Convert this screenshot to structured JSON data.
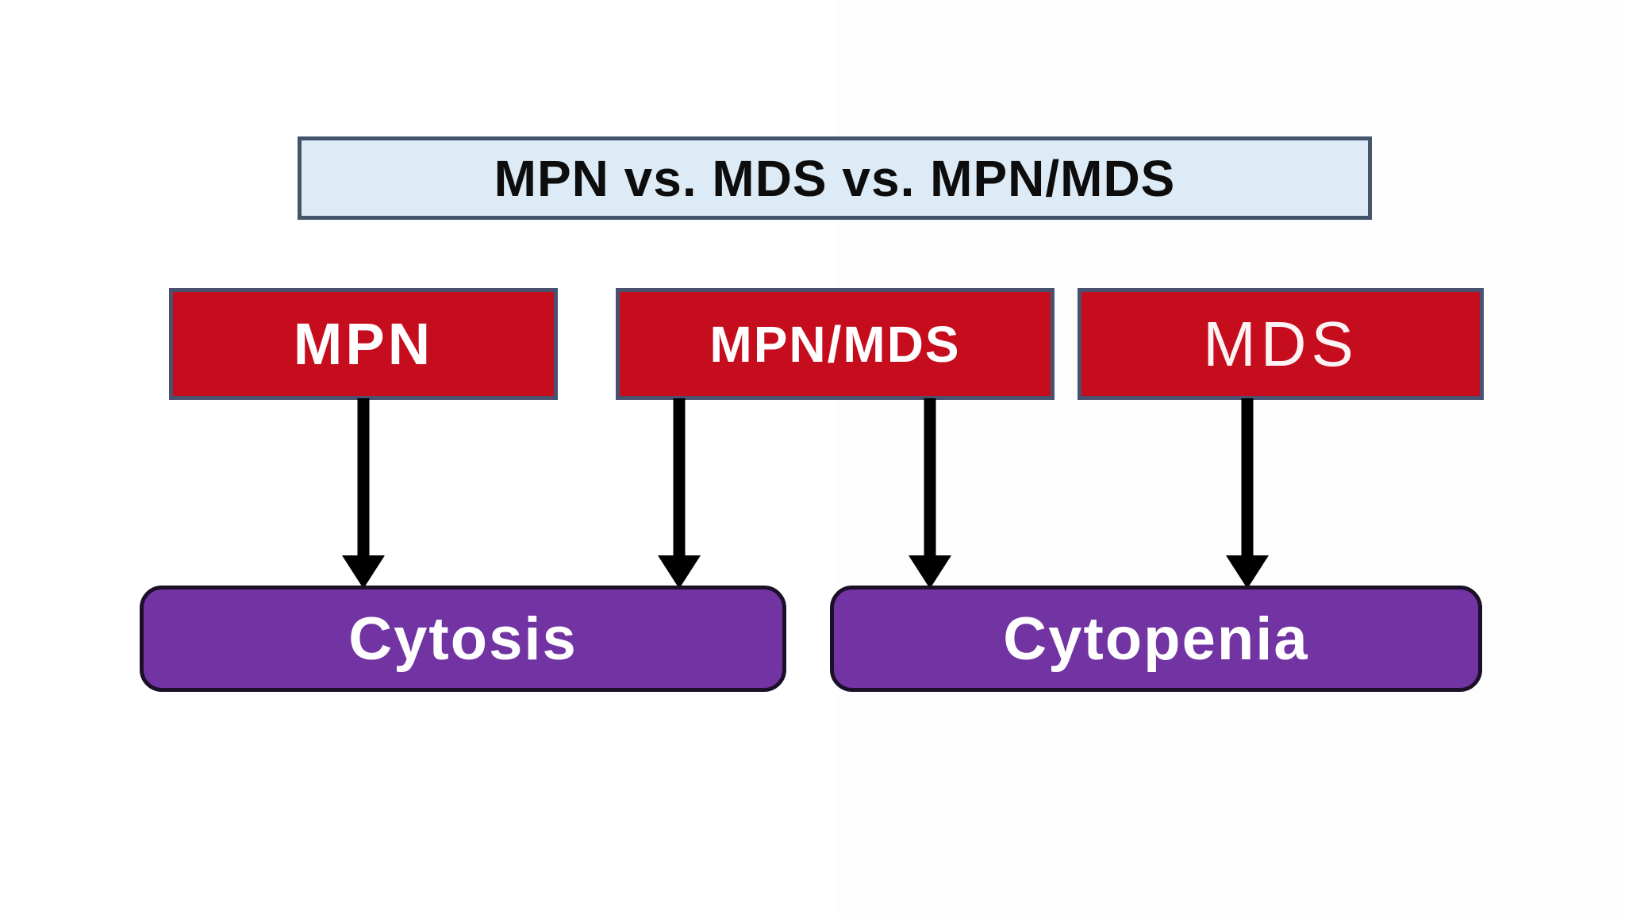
{
  "title_box": {
    "label": "MPN vs. MDS vs. MPN/MDS"
  },
  "nodes": {
    "top": [
      {
        "id": "mpn",
        "label": "MPN"
      },
      {
        "id": "mpn_mds",
        "label": "MPN/MDS"
      },
      {
        "id": "mds",
        "label": "MDS"
      }
    ],
    "bottom": [
      {
        "id": "cytosis",
        "label": "Cytosis"
      },
      {
        "id": "cytopenia",
        "label": "Cytopenia"
      }
    ]
  },
  "edges": [
    {
      "from": "MPN",
      "to": "Cytosis"
    },
    {
      "from": "MPN/MDS",
      "to": "Cytosis"
    },
    {
      "from": "MPN/MDS",
      "to": "Cytopenia"
    },
    {
      "from": "MDS",
      "to": "Cytopenia"
    }
  ],
  "colors": {
    "top-node-fill": "#c60d1d",
    "top-node-border": "#4a5070",
    "bottom-node-fill": "#7233a3",
    "bottom-node-border": "#1c1028",
    "arrow": "#000000",
    "title-fill": "#dcebf6",
    "title-border": "#44546a",
    "node-text": "#ffffff",
    "title-text": "#0d0d0d",
    "page-bg": "#ffffff"
  }
}
